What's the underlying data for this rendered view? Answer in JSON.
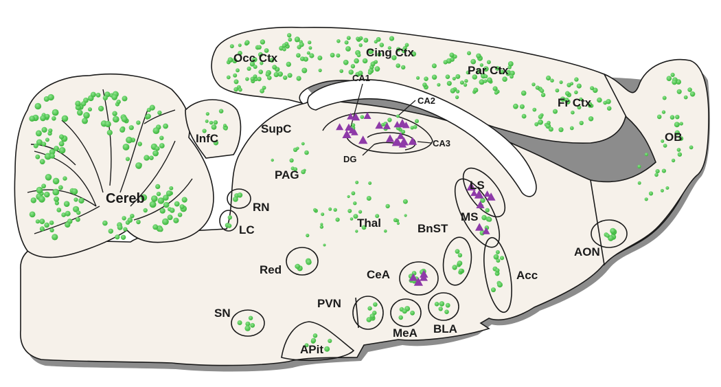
{
  "diagram": {
    "colors": {
      "tissue": "#f6f1ea",
      "outline": "#1a1a1a",
      "shadow": "#8c8c8c",
      "dot": "#3fbf3f",
      "dot_highlight": "#7fe07f",
      "triangle": "#8e3aa8"
    },
    "marker_legend": {
      "dot": "green-dot",
      "triangle": "purple-triangle"
    },
    "labels": {
      "occ_ctx": "Occ Ctx",
      "cing_ctx": "Cing Ctx",
      "par_ctx": "Par Ctx",
      "fr_ctx": "Fr Ctx",
      "ob": "OB",
      "ca1": "CA1",
      "ca2": "CA2",
      "ca3": "CA3",
      "dg": "DG",
      "infc": "InfC",
      "supc": "SupC",
      "pag": "PAG",
      "cereb": "Cereb",
      "rn": "RN",
      "lc": "LC",
      "thal": "Thal",
      "bnst": "BnST",
      "ls": "LS",
      "ms": "MS",
      "aon": "AON",
      "red": "Red",
      "cea": "CeA",
      "acc": "Acc",
      "pvn": "PVN",
      "sn": "SN",
      "mea": "MeA",
      "bla": "BLA",
      "apit": "APit"
    }
  }
}
